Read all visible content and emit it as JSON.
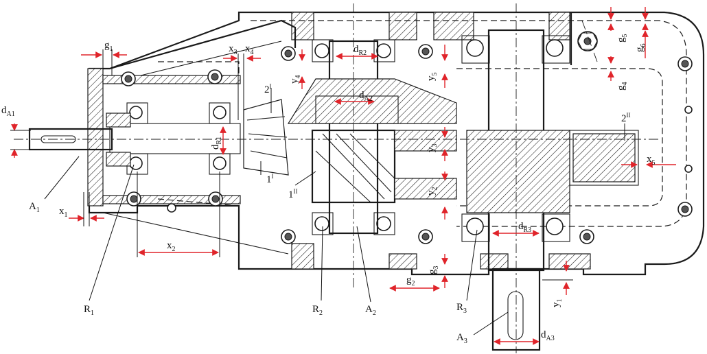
{
  "colors": {
    "dimension": "#e0242a",
    "ink": "#1a1a1a",
    "paper": "#ffffff"
  },
  "labels": {
    "dA1": {
      "main": "d",
      "sub": "A1"
    },
    "g1": {
      "main": "g",
      "sub": "1"
    },
    "x3": {
      "main": "x",
      "sub": "3"
    },
    "x4": {
      "main": "x",
      "sub": "4"
    },
    "dR2": {
      "main": "d",
      "sub": "R2"
    },
    "dA2": {
      "main": "d",
      "sub": "A2"
    },
    "y4": {
      "main": "y",
      "sub": "4"
    },
    "y5": {
      "main": "y",
      "sub": "5"
    },
    "y3": {
      "main": "y",
      "sub": "3"
    },
    "y2": {
      "main": "y",
      "sub": "2"
    },
    "y1": {
      "main": "y",
      "sub": "1"
    },
    "g5": {
      "main": "g",
      "sub": "5"
    },
    "g6": {
      "main": "g",
      "sub": "6"
    },
    "g4": {
      "main": "g",
      "sub": "4"
    },
    "g2": {
      "main": "g",
      "sub": "2"
    },
    "g3": {
      "main": "g",
      "sub": "3"
    },
    "dR1": {
      "main": "d",
      "sub": "R1"
    },
    "dR3": {
      "main": "d",
      "sub": "R3"
    },
    "dA3": {
      "main": "d",
      "sub": "A3"
    },
    "x1": {
      "main": "x",
      "sub": "1"
    },
    "x2": {
      "main": "x",
      "sub": "2"
    },
    "x5": {
      "main": "x",
      "sub": "5"
    },
    "gear_2I": {
      "main": "2",
      "sup": "I"
    },
    "gear_1I": {
      "main": "1",
      "sup": "I"
    },
    "gear_1II": {
      "main": "1",
      "sup": "II"
    },
    "gear_2II": {
      "main": "2",
      "sup": "II"
    },
    "A1": {
      "main": "A",
      "sub": "1"
    },
    "R1": {
      "main": "R",
      "sub": "1"
    },
    "R2": {
      "main": "R",
      "sub": "2"
    },
    "A2": {
      "main": "A",
      "sub": "2"
    },
    "R3": {
      "main": "R",
      "sub": "3"
    },
    "A3": {
      "main": "A",
      "sub": "3"
    }
  }
}
